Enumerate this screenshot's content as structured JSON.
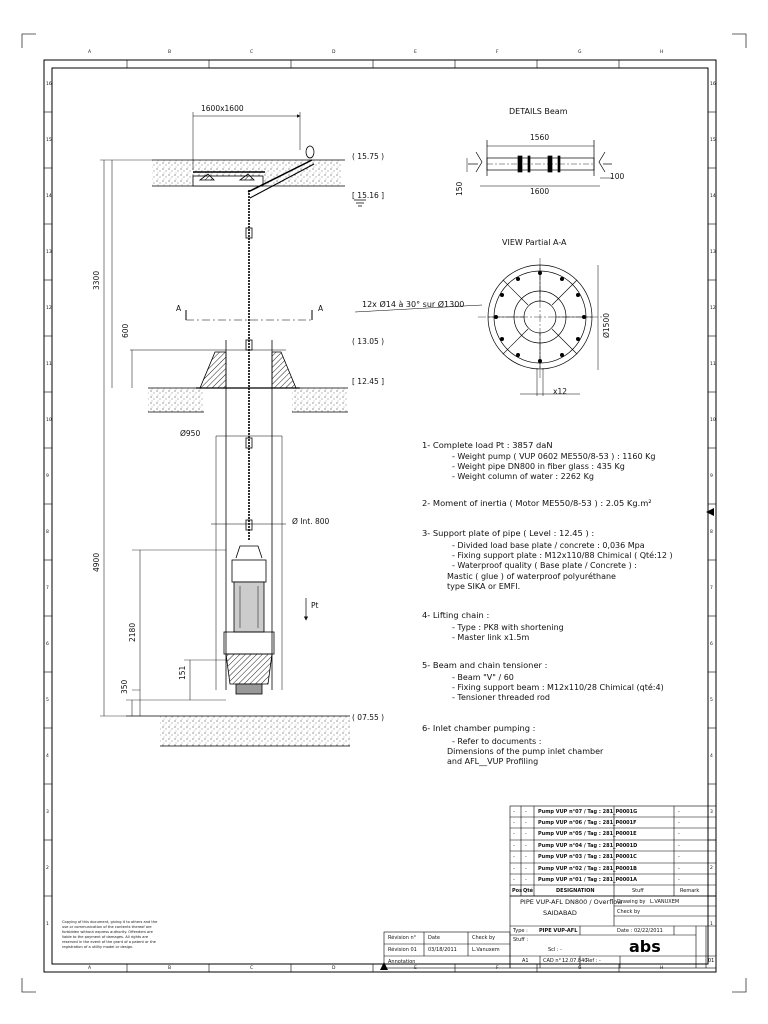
{
  "views": {
    "details_beam": {
      "title": "DETAILS Beam",
      "dim_top": "1560",
      "dim_bottom": "1600",
      "dim_height": "150",
      "dim_right": "100"
    },
    "view_partial": {
      "title": "VIEW Partial A-A",
      "holes": "12x Ø14 à 30° sur Ø1300",
      "diameter": "Ø1500",
      "count": "x12"
    },
    "main": {
      "top_dim": "1600x1600",
      "levels": [
        "( 15.75 )",
        "[ 15.16 ]",
        "( 13.05 )",
        "[ 12.45 ]",
        "( 07.55 )"
      ],
      "section_marks": [
        "A",
        "A"
      ],
      "dims": {
        "d3300": "3300",
        "d600": "600",
        "d4900": "4900",
        "d2180": "2180",
        "d350": "350",
        "d151": "151",
        "phi950": "Ø950",
        "phi_int": "Ø Int. 800",
        "pt": "Pt"
      }
    }
  },
  "notes": [
    {
      "heading": "1- Complete load Pt : 3857 daN",
      "items": [
        "- Weight pump ( VUP 0602 ME550/8-53 ) : 1160 Kg",
        "- Weight pipe DN800 in fiber glass : 435 Kg",
        "- Weight column of water : 2262 Kg"
      ]
    },
    {
      "heading": "2- Moment of inertia ( Motor ME550/8-53 ) : 2.05 Kg.m²",
      "items": []
    },
    {
      "heading": "3- Support plate of pipe ( Level : 12.45 ) :",
      "items": [
        "- Divided load base plate / concrete : 0,036 Mpa",
        "- Fixing support plate : M12x110/88 Chimical ( Qté:12 )",
        "- Waterproof quality ( Base plate / Concrete ) :"
      ],
      "extra": [
        "Mastic ( glue ) of waterproof polyuréthane",
        "type SIKA or EMFI."
      ]
    },
    {
      "heading": "4- Lifting chain :",
      "items": [
        "- Type : PK8 with shortening",
        "- Master link x1.5m"
      ]
    },
    {
      "heading": "5- Beam and chain tensioner :",
      "items": [
        "- Beam \"V\" / 60",
        "- Fixing support beam : M12x110/28 Chimical (qté:4)",
        "- Tensioner threaded rod"
      ]
    },
    {
      "heading": "6- Inlet chamber pumping :",
      "items": [
        "- Refer to documents :"
      ],
      "extra": [
        "Dimensions of the pump inlet chamber",
        "and AFL__VUP Profiling"
      ]
    }
  ],
  "parts_list": {
    "rows": [
      {
        "pos": "-",
        "qty": "-",
        "designation": "Pump VUP n°07 / Tag : 281_P0001G",
        "stuff": "-",
        "remark": "-"
      },
      {
        "pos": "-",
        "qty": "-",
        "designation": "Pump VUP n°06 / Tag : 281_P0001F",
        "stuff": "-",
        "remark": "-"
      },
      {
        "pos": "-",
        "qty": "-",
        "designation": "Pump VUP n°05 / Tag : 281_P0001E",
        "stuff": "-",
        "remark": "-"
      },
      {
        "pos": "-",
        "qty": "-",
        "designation": "Pump VUP n°04 / Tag : 281_P0001D",
        "stuff": "-",
        "remark": "-"
      },
      {
        "pos": "-",
        "qty": "-",
        "designation": "Pump VUP n°03 / Tag : 281_P0001C",
        "stuff": "-",
        "remark": "-"
      },
      {
        "pos": "-",
        "qty": "-",
        "designation": "Pump VUP n°02 / Tag : 281_P0001B",
        "stuff": "-",
        "remark": "-"
      },
      {
        "pos": "-",
        "qty": "-",
        "designation": "Pump VUP n°01 / Tag : 281_P0001A",
        "stuff": "-",
        "remark": "-"
      }
    ],
    "header": {
      "pos": "Pos",
      "qty": "Qté",
      "designation": "DESIGNATION",
      "stuff": "Stuff",
      "remark": "Remark"
    }
  },
  "title_block": {
    "title_line1": "PIPE VUP-AFL  DN800 / Overflow",
    "title_line2": "SAIDABAD",
    "drawing_by_label": "Drawing by",
    "drawing_by": "L.VANUXEM",
    "check_by_label": "Check by",
    "type_label": "Type :",
    "type": "PIPE VUP-AFL",
    "date_label": "Date :",
    "date": "02/22/2011",
    "stuff_label": "Stuff :",
    "scale_label": "Scl : -",
    "format": "A1",
    "cad_label": "CAD n° :",
    "cad": "12.07.840",
    "ref_label": "Ref : -",
    "revision_header": [
      "Révision n°",
      "Date",
      "Check by"
    ],
    "revision_row": [
      "Révision 01",
      "03/18/2011",
      "L.Vanuxem"
    ],
    "annotation_label": "Annotation",
    "page": "01",
    "logo": "abs"
  },
  "copyright": "Copying of this document, giving it to others and the use or communication of the contents thereof are forbidden without express authority. Offenders are liable to the payment of damages. All rights are reserved in the event of the grant of a patent or the registration of a utility model or design.",
  "frame": {
    "top_letters": [
      "A",
      "B",
      "C",
      "D",
      "E",
      "F",
      "G",
      "H"
    ],
    "side_numbers": [
      "16",
      "15",
      "14",
      "13",
      "12",
      "11",
      "10",
      "9",
      "8",
      "7",
      "6",
      "5",
      "4",
      "3",
      "2",
      "1"
    ]
  }
}
